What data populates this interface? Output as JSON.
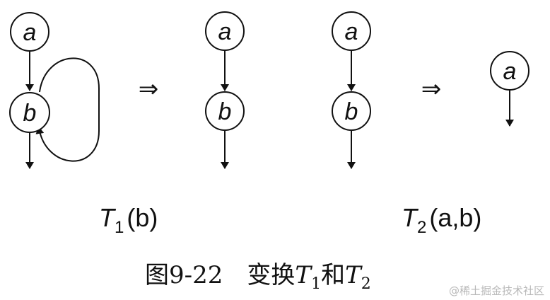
{
  "diagram": {
    "nodes": [
      {
        "id": "g1a",
        "label": "a"
      },
      {
        "id": "g1b",
        "label": "b"
      },
      {
        "id": "g2a",
        "label": "a"
      },
      {
        "id": "g2b",
        "label": "b"
      },
      {
        "id": "g3a",
        "label": "a"
      },
      {
        "id": "g3b",
        "label": "b"
      },
      {
        "id": "g4a",
        "label": "a"
      }
    ],
    "edges": [
      {
        "from": "g1a",
        "to": "g1b"
      },
      {
        "from": "g1b",
        "to": "g1b",
        "kind": "self-loop"
      },
      {
        "from": "g1b",
        "to": "exit"
      },
      {
        "from": "g2a",
        "to": "g2b"
      },
      {
        "from": "g2b",
        "to": "exit"
      },
      {
        "from": "g3a",
        "to": "g3b"
      },
      {
        "from": "g3b",
        "to": "exit"
      },
      {
        "from": "g4a",
        "to": "exit"
      }
    ],
    "transform_arrow": "⇒",
    "t1": {
      "letter": "T",
      "sub": "1",
      "arg": "(b)"
    },
    "t2": {
      "letter": "T",
      "sub": "2",
      "arg": "(a,b)"
    },
    "caption": {
      "prefix": "图9-22",
      "middle": "变换",
      "t": "T",
      "s1": "1",
      "and": "和",
      "s2": "2"
    }
  },
  "watermark": "@稀土掘金技术社区"
}
